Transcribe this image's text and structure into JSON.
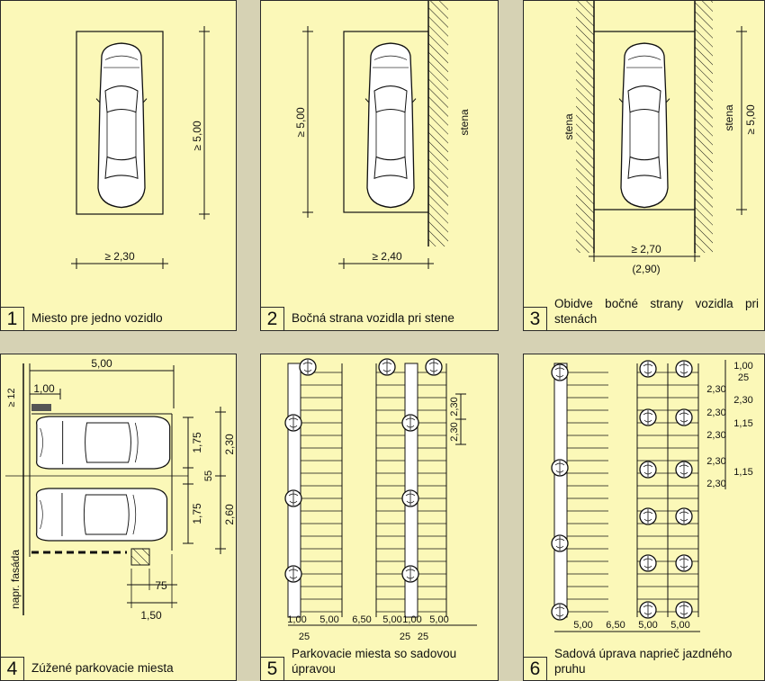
{
  "panels": [
    {
      "number": "1",
      "caption": "Miesto pre jedno vozidlo",
      "dim_length": "≥ 5,00",
      "dim_width": "≥ 2,30"
    },
    {
      "number": "2",
      "caption": "Bočná strana vozidla pri stene",
      "dim_length": "≥ 5,00",
      "dim_width": "≥ 2,40",
      "wall_label": "stena"
    },
    {
      "number": "3",
      "caption": "Obidve bočné strany vozidla pri stenách",
      "dim_length": "≥ 5,00",
      "dim_width": "≥ 2,70",
      "dim_width_alt": "(2,90)",
      "wall_label_left": "stena",
      "wall_label_right": "stena"
    },
    {
      "number": "4",
      "caption": "Zúžené parkovacie miesta",
      "dims": {
        "top": "5,00",
        "offset": "1,00",
        "gap": "≥ 12",
        "car1_len": "1,75",
        "car1_total": "2,30",
        "gap_mid": "55",
        "car2_len": "1,75",
        "car2_total": "2,60",
        "pillar": "75",
        "pillar_total": "1,50"
      },
      "facade_label": "napr. fasáda"
    },
    {
      "number": "5",
      "caption": "Parkovacie miesta so sadovou úpravou",
      "dims_bottom": [
        "1,00",
        "5,00",
        "6,50",
        "5,00",
        "1,00",
        "5,00"
      ],
      "dims_bottom_sub": [
        "25",
        "25",
        "25"
      ],
      "dims_right": [
        "2,30",
        "2,30"
      ]
    },
    {
      "number": "6",
      "caption": "Sadová úprava naprieč jazdného pruhu",
      "dims_bottom": [
        "5,00",
        "6,50",
        "5,00",
        "5,00"
      ],
      "dims_right": [
        "1,00",
        "25",
        "2,30",
        "2,30",
        "2,30",
        "1,15",
        "2,30",
        "2,30",
        "1,15",
        "2,30"
      ]
    }
  ]
}
